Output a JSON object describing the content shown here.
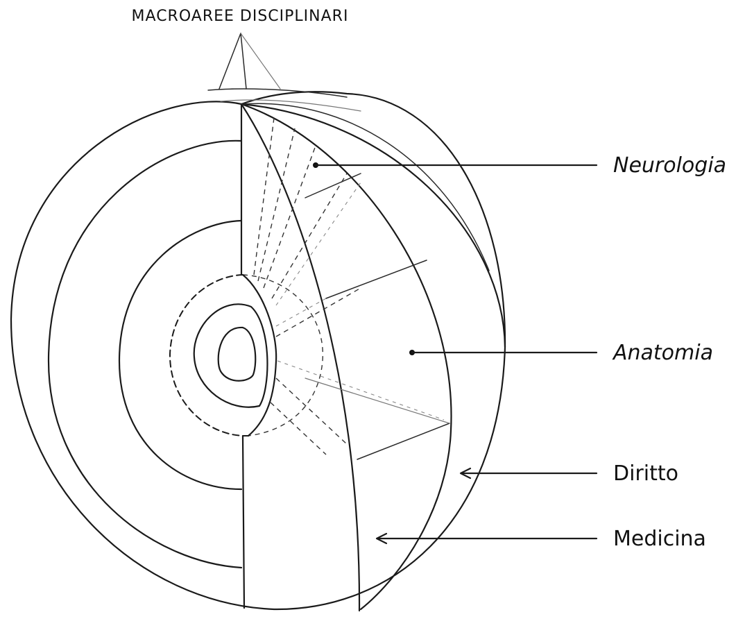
{
  "diagram": {
    "title": "MACROAREE DISCIPLINARI",
    "labels": [
      {
        "id": "neurologia",
        "text": "Neurologia",
        "italic": true
      },
      {
        "id": "anatomia",
        "text": "Anatomia",
        "italic": true
      },
      {
        "id": "diritto",
        "text": "Diritto",
        "italic": false
      },
      {
        "id": "medicina",
        "text": "Medicina",
        "italic": false
      }
    ]
  }
}
